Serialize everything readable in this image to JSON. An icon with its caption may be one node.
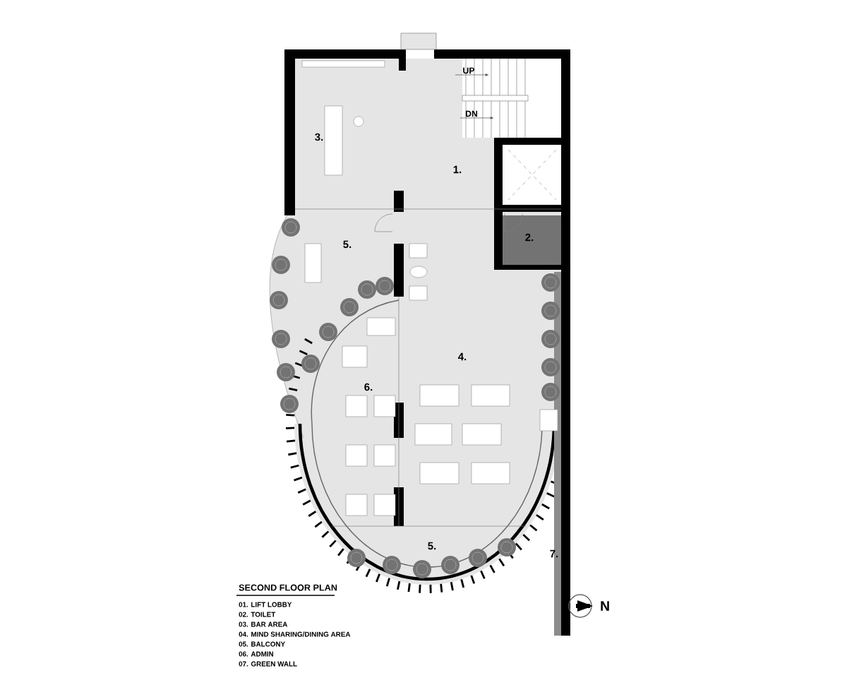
{
  "diagram": {
    "title": "SECOND FLOOR PLAN",
    "labels": [
      "UP",
      "DN",
      "3.",
      "1.",
      "2.",
      "5.",
      "4.",
      "6.",
      "5.",
      "7.",
      "01. LIFT LOBBY",
      "02. TOILET",
      "03. BAR AREA",
      "04. MIND SHARING/DINING AREA",
      "05. BALCONY",
      "06. ADMIN",
      "07. GREEN WALL",
      "N"
    ]
  }
}
